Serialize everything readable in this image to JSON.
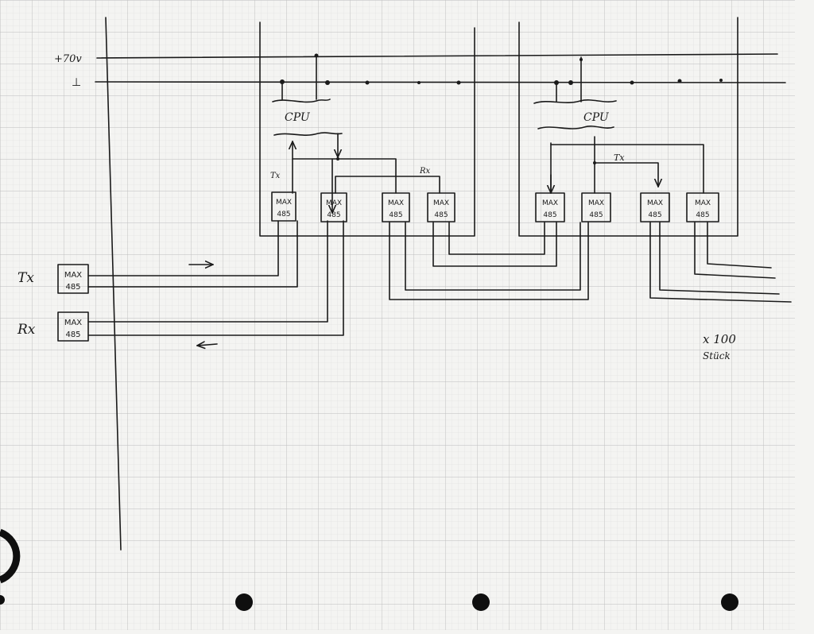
{
  "diagram": {
    "rails": {
      "power": "+70v",
      "ground": "⊥"
    },
    "boards": [
      {
        "cpu": "CPU",
        "tx": "Tx",
        "rx": "Rx",
        "chips": [
          {
            "line1": "MAX",
            "line2": "485"
          },
          {
            "line1": "MAX",
            "line2": "485"
          },
          {
            "line1": "MAX",
            "line2": "485"
          },
          {
            "line1": "MAX",
            "line2": "485"
          }
        ]
      },
      {
        "cpu": "CPU",
        "tx": "Tx",
        "chips": [
          {
            "line1": "MAX",
            "line2": "485"
          },
          {
            "line1": "MAX",
            "line2": "485"
          },
          {
            "line1": "MAX",
            "line2": "485"
          },
          {
            "line1": "MAX",
            "line2": "485"
          }
        ]
      }
    ],
    "host": {
      "tx_label": "Tx",
      "rx_label": "Rx",
      "tx_chip": {
        "line1": "MAX",
        "line2": "485"
      },
      "rx_chip": {
        "line1": "MAX",
        "line2": "485"
      }
    },
    "note": {
      "count": "x 100",
      "unit": "Stück"
    },
    "colors": {
      "paper": "#f4f4f2",
      "grid_minor": "#dcdcdc",
      "grid_major": "#bdbdbd",
      "ink": "#1a1a1a"
    }
  }
}
